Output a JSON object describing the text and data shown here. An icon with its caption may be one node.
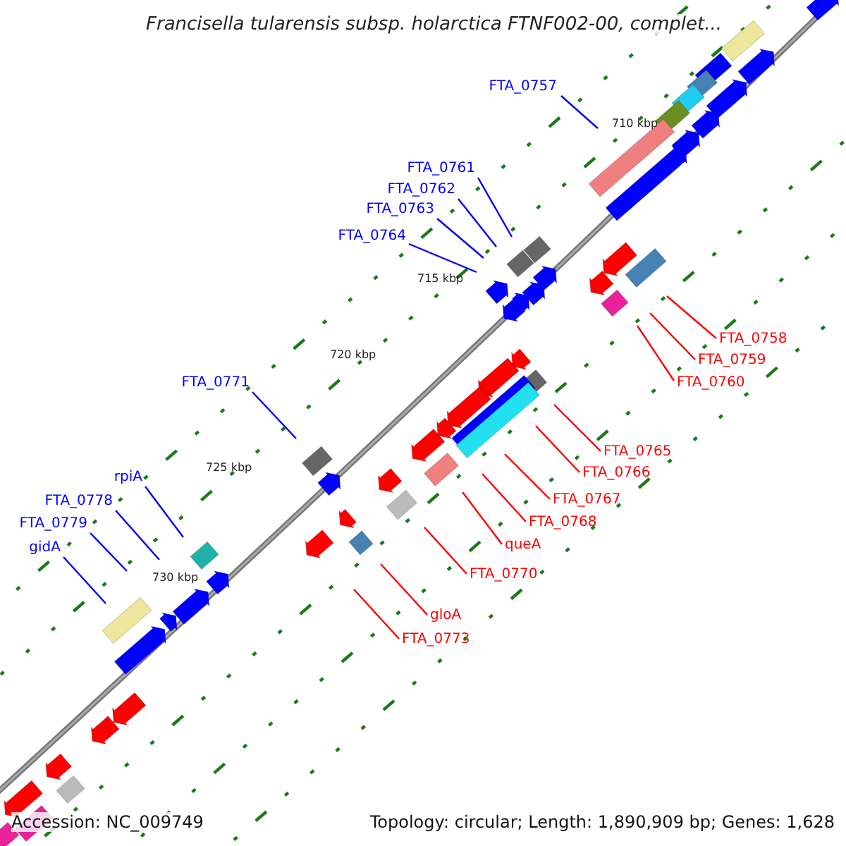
{
  "diagram": {
    "title": "Francisella tularensis subsp. holarctica FTNF002-00, complet...",
    "nodes": [
      {
        "text": [
          "FTA_0757"
        ]
      },
      {
        "text": [
          "FTA_0761"
        ]
      },
      {
        "text": [
          "FTA_0762"
        ]
      },
      {
        "text": [
          "FTA_0763"
        ]
      },
      {
        "text": [
          "FTA_0764"
        ]
      },
      {
        "text": [
          "FTA_0758"
        ]
      },
      {
        "text": [
          "FTA_0759"
        ]
      },
      {
        "text": [
          "FTA_0760"
        ]
      },
      {
        "text": [
          "FTA_0771"
        ]
      },
      {
        "text": [
          "FTA_0765"
        ]
      },
      {
        "text": [
          "FTA_0766"
        ]
      },
      {
        "text": [
          "FTA_0767"
        ]
      },
      {
        "text": [
          "FTA_0768"
        ]
      },
      {
        "text": [
          "queA"
        ]
      },
      {
        "text": [
          "FTA_0770"
        ]
      },
      {
        "text": [
          "rpiA"
        ]
      },
      {
        "text": [
          "FTA_0778"
        ]
      },
      {
        "text": [
          "FTA_0779"
        ]
      },
      {
        "text": [
          "gidA"
        ]
      },
      {
        "text": [
          "gloA"
        ]
      },
      {
        "text": [
          "FTA_0773"
        ]
      }
    ],
    "edges": [
      {
        "from": 0,
        "to": null,
        "arrow": "none",
        "color": "#0000ff"
      },
      {
        "from": 1,
        "to": null,
        "arrow": "none",
        "color": "#0000ff"
      },
      {
        "from": 2,
        "to": null,
        "arrow": "none",
        "color": "#0000ff"
      },
      {
        "from": 3,
        "to": null,
        "arrow": "none",
        "color": "#0000ff"
      },
      {
        "from": 4,
        "to": null,
        "arrow": "none",
        "color": "#0000ff"
      },
      {
        "from": 5,
        "to": null,
        "arrow": "none"
      },
      {
        "from": 6,
        "to": null,
        "arrow": "none"
      },
      {
        "from": 7,
        "to": null,
        "arrow": "none"
      },
      {
        "from": 8,
        "to": null,
        "arrow": "none",
        "color": "#0000ff"
      },
      {
        "from": 9,
        "to": null,
        "arrow": "none"
      },
      {
        "from": 10,
        "to": null,
        "arrow": "none"
      },
      {
        "from": 11,
        "to": null,
        "arrow": "none"
      },
      {
        "from": 12,
        "to": null,
        "arrow": "none"
      },
      {
        "from": 13,
        "to": null,
        "arrow": "none"
      },
      {
        "from": 14,
        "to": null,
        "arrow": "none"
      },
      {
        "from": 15,
        "to": null,
        "arrow": "none",
        "color": "#0000ff"
      },
      {
        "from": 16,
        "to": null,
        "arrow": "none",
        "color": "#0000ff"
      },
      {
        "from": 17,
        "to": null,
        "arrow": "none",
        "color": "#0000ff"
      },
      {
        "from": 18,
        "to": null,
        "arrow": "none",
        "color": "#0000ff"
      },
      {
        "from": 19,
        "to": null,
        "arrow": "none"
      },
      {
        "from": 20,
        "to": null,
        "arrow": "none"
      }
    ],
    "labels": [
      "710 kbp",
      "715 kbp",
      "720 kbp",
      "725 kbp",
      "730 kbp",
      "Accession: NC_009749",
      "Topology: circular; Length: 1,890,909 bp; Genes: 1,628"
    ]
  }
}
